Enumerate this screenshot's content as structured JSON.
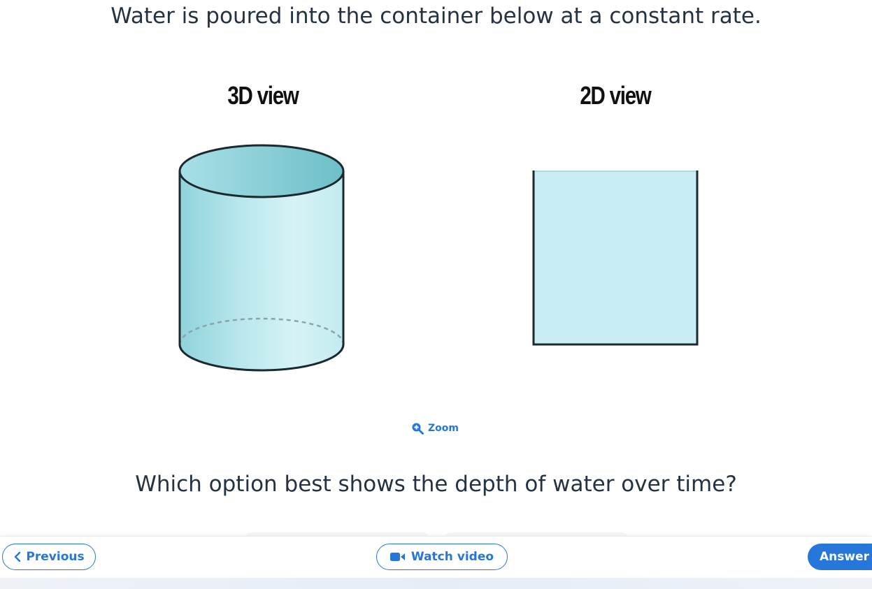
{
  "question": {
    "intro": "Water is poured into the container below at a constant rate.",
    "prompt": "Which option best shows the depth of water over time?"
  },
  "views": {
    "view_3d_label": "3D view",
    "view_2d_label": "2D view"
  },
  "zoom": {
    "label": "Zoom",
    "icon": "zoom-in-icon"
  },
  "footer": {
    "previous_label": "Previous",
    "previous_icon": "chevron-left-icon",
    "video_label": "Watch video",
    "video_icon": "video-camera-icon",
    "answer_label": "Answer"
  },
  "colors": {
    "accent": "#2677d9",
    "water_fill": "#c8edf2",
    "outline": "#1a2a2e"
  }
}
